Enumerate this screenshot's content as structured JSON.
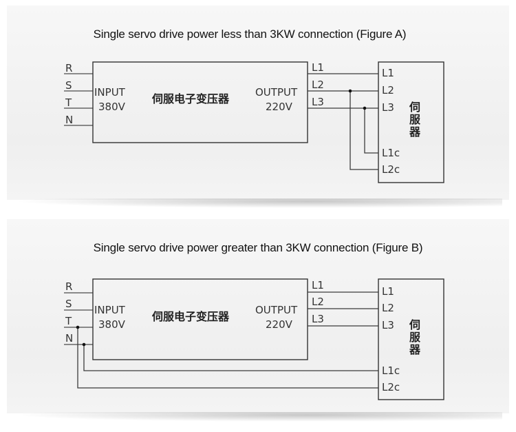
{
  "figures": [
    {
      "id": "A",
      "title": "Single servo drive power less than 3KW connection (Figure A)",
      "input_terminals": [
        "R",
        "S",
        "T",
        "N"
      ],
      "transformer": {
        "input_label": "INPUT",
        "input_voltage": "380V",
        "name": "伺服电子变压器",
        "output_label": "OUTPUT",
        "output_voltage": "220V"
      },
      "output_terminals": [
        "L1",
        "L2",
        "L3"
      ],
      "servo": {
        "name_chars": [
          "伺",
          "服",
          "器"
        ],
        "terminals": [
          "L1",
          "L2",
          "L3",
          "L1c",
          "L2c"
        ]
      },
      "connections": [
        {
          "from": "L1",
          "to": "L1"
        },
        {
          "from": "L2",
          "to": "L2"
        },
        {
          "from": "L3",
          "to": "L3"
        },
        {
          "from": "L3",
          "to": "L1c"
        },
        {
          "from": "L2",
          "to": "L2c"
        }
      ]
    },
    {
      "id": "B",
      "title": "Single servo drive power greater than 3KW connection (Figure B)",
      "input_terminals": [
        "R",
        "S",
        "T",
        "N"
      ],
      "transformer": {
        "input_label": "INPUT",
        "input_voltage": "380V",
        "name": "伺服电子变压器",
        "output_label": "OUTPUT",
        "output_voltage": "220V"
      },
      "output_terminals": [
        "L1",
        "L2",
        "L3"
      ],
      "servo": {
        "name_chars": [
          "伺",
          "服",
          "器"
        ],
        "terminals": [
          "L1",
          "L2",
          "L3",
          "L1c",
          "L2c"
        ]
      },
      "connections": [
        {
          "from": "L1",
          "to": "L1"
        },
        {
          "from": "L2",
          "to": "L2"
        },
        {
          "from": "L3",
          "to": "L3"
        },
        {
          "from": "N",
          "to": "L1c"
        },
        {
          "from": "T",
          "to": "L2c"
        }
      ]
    }
  ]
}
